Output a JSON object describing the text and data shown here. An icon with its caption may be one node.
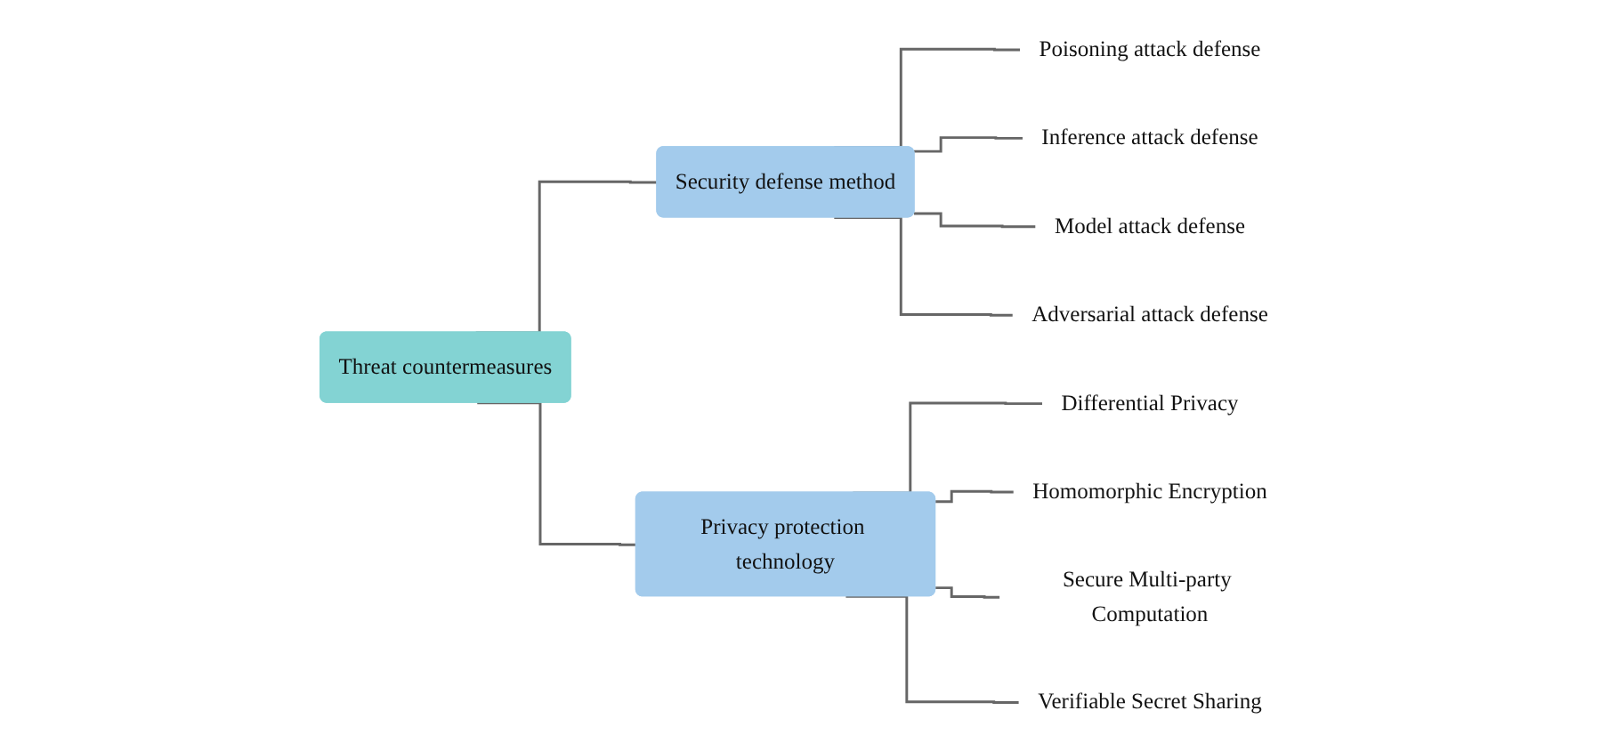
{
  "diagram": {
    "nodes": [
      {
        "text": [
          "Threat countermeasures"
        ]
      },
      {
        "text": [
          "Security defense method"
        ]
      },
      {
        "text": [
          "Poisoning attack defense"
        ]
      },
      {
        "text": [
          "Inference attack defense"
        ]
      },
      {
        "text": [
          "Model attack defense"
        ]
      },
      {
        "text": [
          "Adversarial attack defense"
        ]
      },
      {
        "text": [
          "Privacy protection technology"
        ]
      },
      {
        "text": [
          "Differential Privacy"
        ]
      },
      {
        "text": [
          "Homomorphic Encryption"
        ]
      },
      {
        "text": [
          "Secure Multi-party Computation"
        ]
      },
      {
        "text": [
          "Verifiable Secret Sharing"
        ]
      }
    ],
    "edges": [
      {
        "from": 0,
        "to": 1,
        "arrow": "none"
      },
      {
        "from": 1,
        "to": 2,
        "arrow": "none"
      },
      {
        "from": 1,
        "to": 3,
        "arrow": "none"
      },
      {
        "from": 1,
        "to": 4,
        "arrow": "none"
      },
      {
        "from": 1,
        "to": 5,
        "arrow": "none"
      },
      {
        "from": 0,
        "to": 6,
        "arrow": "none"
      },
      {
        "from": 6,
        "to": 7,
        "arrow": "none"
      },
      {
        "from": 6,
        "to": 8,
        "arrow": "none"
      },
      {
        "from": 6,
        "to": 9,
        "arrow": "none"
      },
      {
        "from": 6,
        "to": 10,
        "arrow": "none"
      }
    ]
  }
}
